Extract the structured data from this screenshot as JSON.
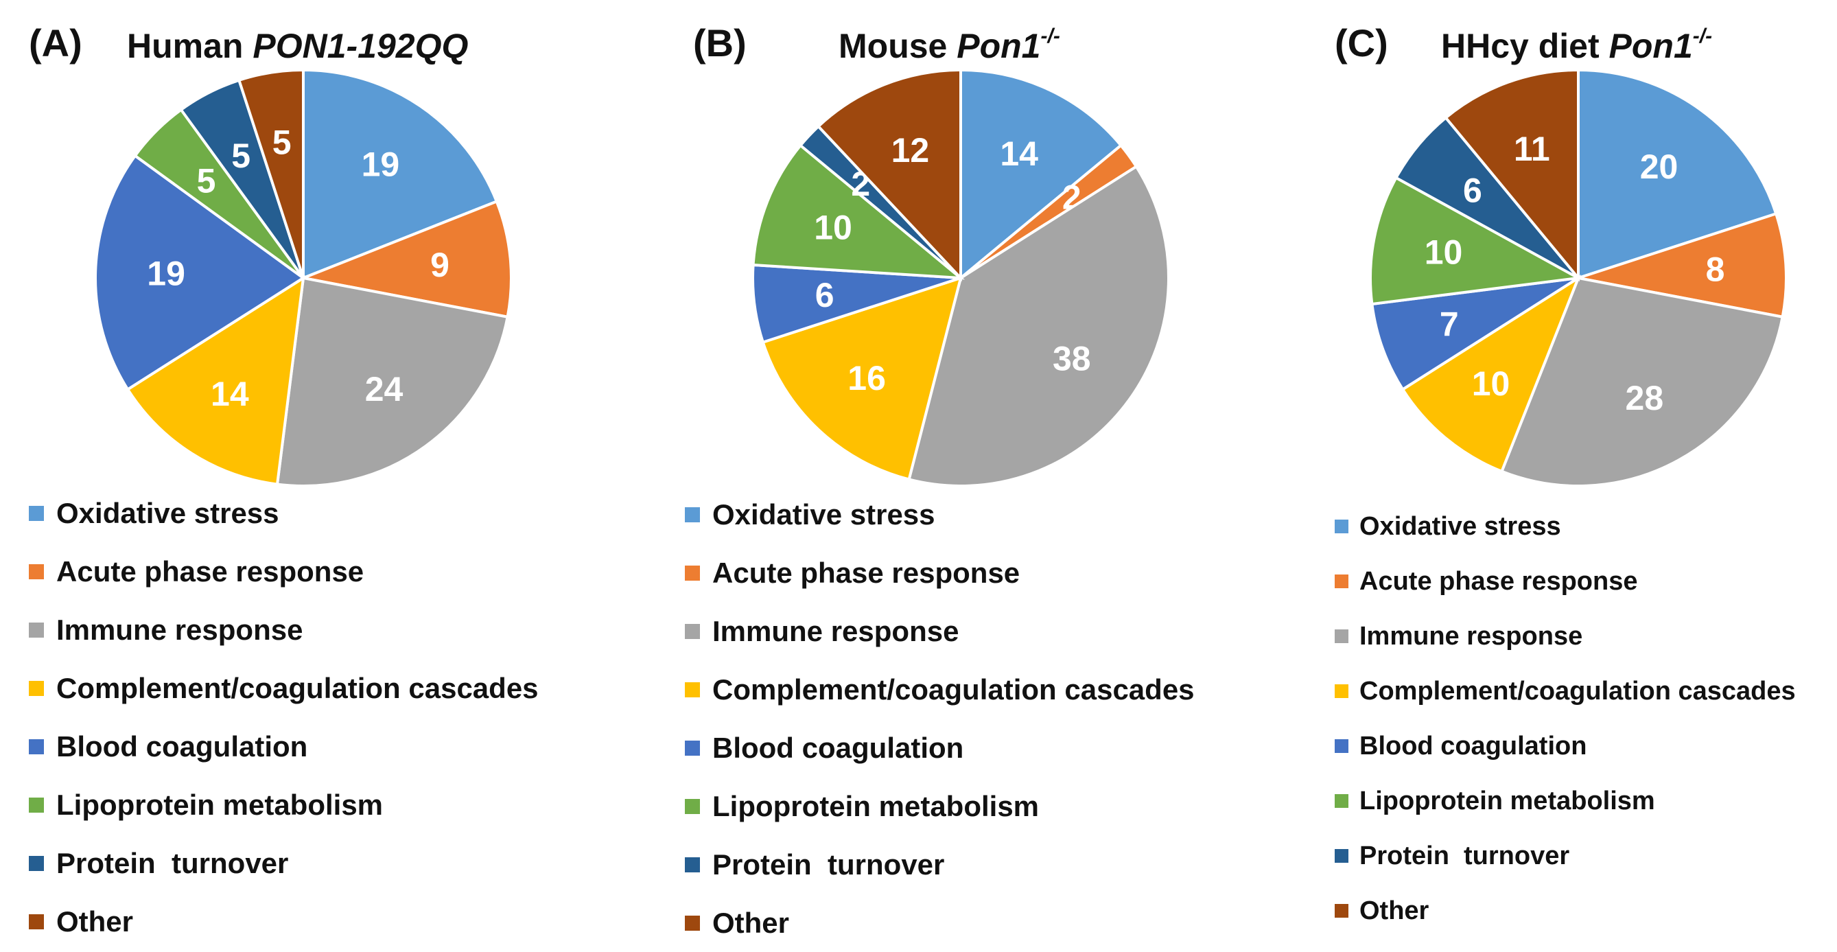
{
  "panels": [
    {
      "label": "(A)",
      "title_prefix": "Human ",
      "title_italic": "PON1-192QQ",
      "title_sup": ""
    },
    {
      "label": "(B)",
      "title_prefix": "Mouse ",
      "title_italic": "Pon1",
      "title_sup": "-/-"
    },
    {
      "label": "(C)",
      "title_prefix": "HHcy diet ",
      "title_italic": "Pon1",
      "title_sup": "-/-"
    }
  ],
  "chart_data": [
    {
      "type": "pie",
      "title": "Human PON1-192QQ",
      "categories": [
        "Oxidative stress",
        "Acute phase response",
        "Immune response",
        "Complement/coagulation cascades",
        "Blood coagulation",
        "Lipoprotein metabolism",
        "Protein  turnover",
        "Other"
      ],
      "values": [
        19,
        9,
        24,
        14,
        19,
        5,
        5,
        5
      ],
      "colors": [
        "#5b9bd5",
        "#ed7d31",
        "#a5a5a5",
        "#ffc000",
        "#4472c4",
        "#70ad47",
        "#255e91",
        "#9e480e"
      ],
      "legend_position": "bottom"
    },
    {
      "type": "pie",
      "title": "Mouse Pon1-/-",
      "categories": [
        "Oxidative stress",
        "Acute phase response",
        "Immune response",
        "Complement/coagulation cascades",
        "Blood coagulation",
        "Lipoprotein metabolism",
        "Protein  turnover",
        "Other"
      ],
      "values": [
        14,
        2,
        38,
        16,
        6,
        10,
        2,
        12
      ],
      "colors": [
        "#5b9bd5",
        "#ed7d31",
        "#a5a5a5",
        "#ffc000",
        "#4472c4",
        "#70ad47",
        "#255e91",
        "#9e480e"
      ],
      "legend_position": "bottom"
    },
    {
      "type": "pie",
      "title": "HHcy diet Pon1-/-",
      "categories": [
        "Oxidative stress",
        "Acute phase response",
        "Immune response",
        "Complement/coagulation cascades",
        "Blood coagulation",
        "Lipoprotein metabolism",
        "Protein  turnover",
        "Other"
      ],
      "values": [
        20,
        8,
        28,
        10,
        7,
        10,
        6,
        11
      ],
      "colors": [
        "#5b9bd5",
        "#ed7d31",
        "#a5a5a5",
        "#ffc000",
        "#4472c4",
        "#70ad47",
        "#255e91",
        "#9e480e"
      ],
      "legend_position": "bottom"
    }
  ]
}
